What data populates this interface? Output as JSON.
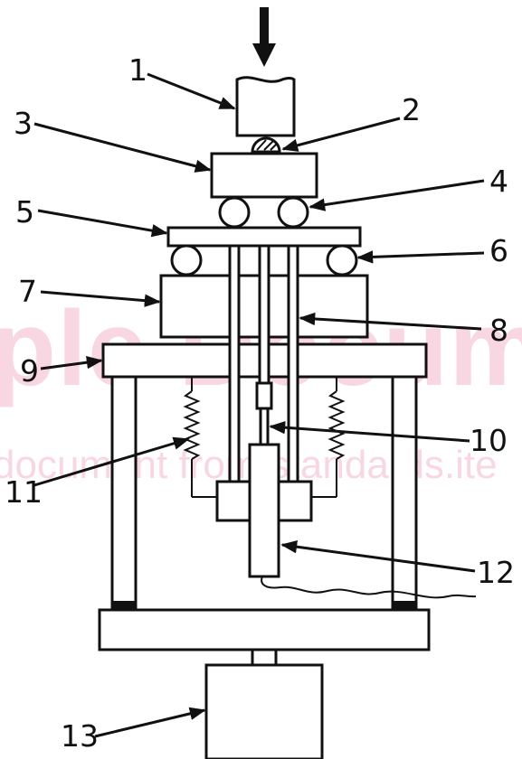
{
  "watermark": {
    "large": "ple Docum",
    "small": "document from standards.ite"
  },
  "callouts": [
    "1",
    "2",
    "3",
    "4",
    "5",
    "6",
    "7",
    "8",
    "9",
    "10",
    "11",
    "12",
    "13"
  ]
}
